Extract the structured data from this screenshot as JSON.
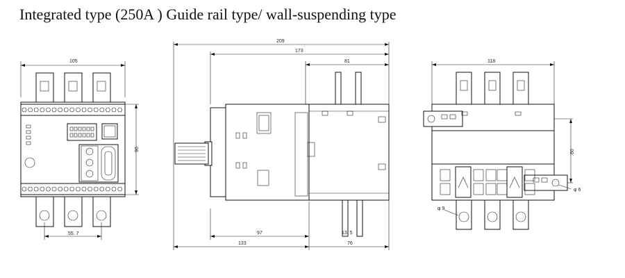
{
  "title": "Integrated type (250A ) Guide rail type/ wall-suspending type",
  "front_view": {
    "width_label": "105",
    "height_label": "90",
    "terminal_pitch_label": "55. 7"
  },
  "side_view": {
    "overall_label": "209",
    "depth_label": "173",
    "top_right_label": "81",
    "bottom_left_label": "97",
    "small_label": "13. 5",
    "bottom_total_label": "133",
    "bottom_right_label": "76"
  },
  "right_view": {
    "width_label": "118",
    "mount_height_label": "60",
    "hole_right_label": "φ 6",
    "hole_left_label": "φ 9"
  }
}
